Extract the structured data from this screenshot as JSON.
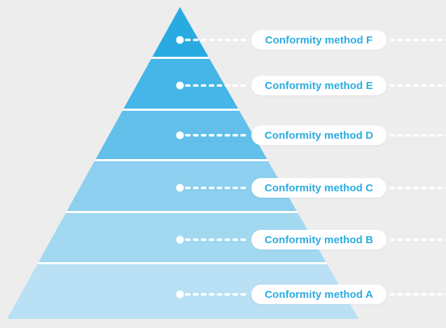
{
  "diagram": {
    "type": "pyramid",
    "background_color": "#ededed",
    "divider_color": "#ffffff",
    "connector_color": "#ffffff",
    "label_text_color": "#29abe2",
    "levels": [
      {
        "label": "Conformity method F",
        "color": "#29abe2",
        "rank": 6
      },
      {
        "label": "Conformity method E",
        "color": "#45b6e7",
        "rank": 5
      },
      {
        "label": "Conformity method D",
        "color": "#62c0ea",
        "rank": 4
      },
      {
        "label": "Conformity method C",
        "color": "#8ccfee",
        "rank": 3
      },
      {
        "label": "Conformity method B",
        "color": "#a3d8f1",
        "rank": 2
      },
      {
        "label": "Conformity method A",
        "color": "#b9e0f4",
        "rank": 1
      }
    ]
  }
}
